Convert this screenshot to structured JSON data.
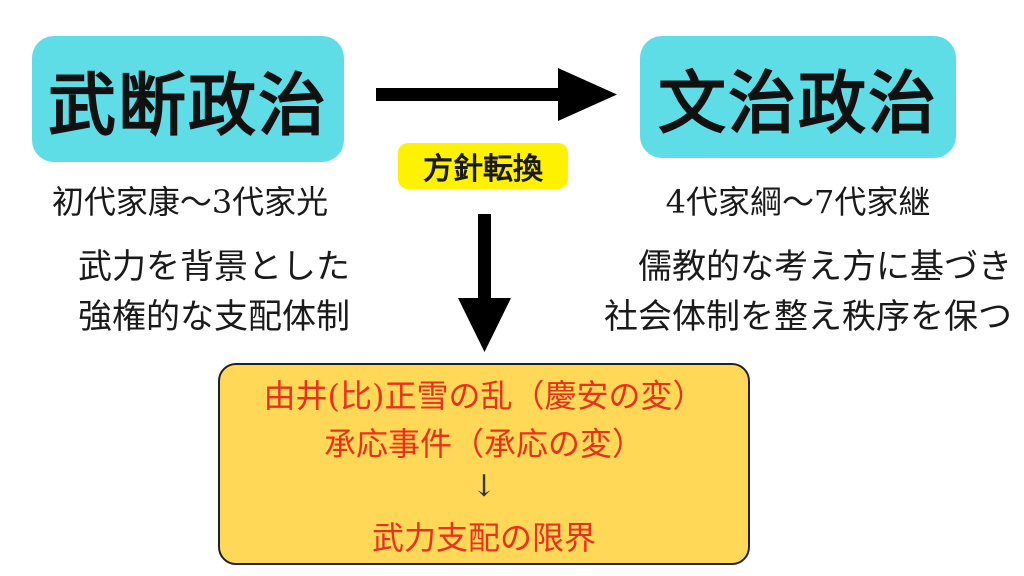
{
  "left_box": {
    "title": "武断政治"
  },
  "right_box": {
    "title": "文治政治"
  },
  "policy_badge": "方針転換",
  "left": {
    "era": "初代家康～3代家光",
    "desc_lines": [
      "武力を背景とした",
      "強権的な支配体制"
    ]
  },
  "right": {
    "era": "4代家綱～7代家継",
    "desc_lines": [
      "儒教的な考え方に基づき",
      "社会体制を整え秩序を保つ"
    ]
  },
  "events": {
    "line1": "由井(比)正雪の乱（慶安の変）",
    "line2": "承応事件（承応の変）",
    "arrow": "↓",
    "result": "武力支配の限界"
  },
  "colors": {
    "title_box": "#5fdde6",
    "badge": "#fff200",
    "events_box": "#ffd858",
    "events_text": "#e8321e"
  }
}
